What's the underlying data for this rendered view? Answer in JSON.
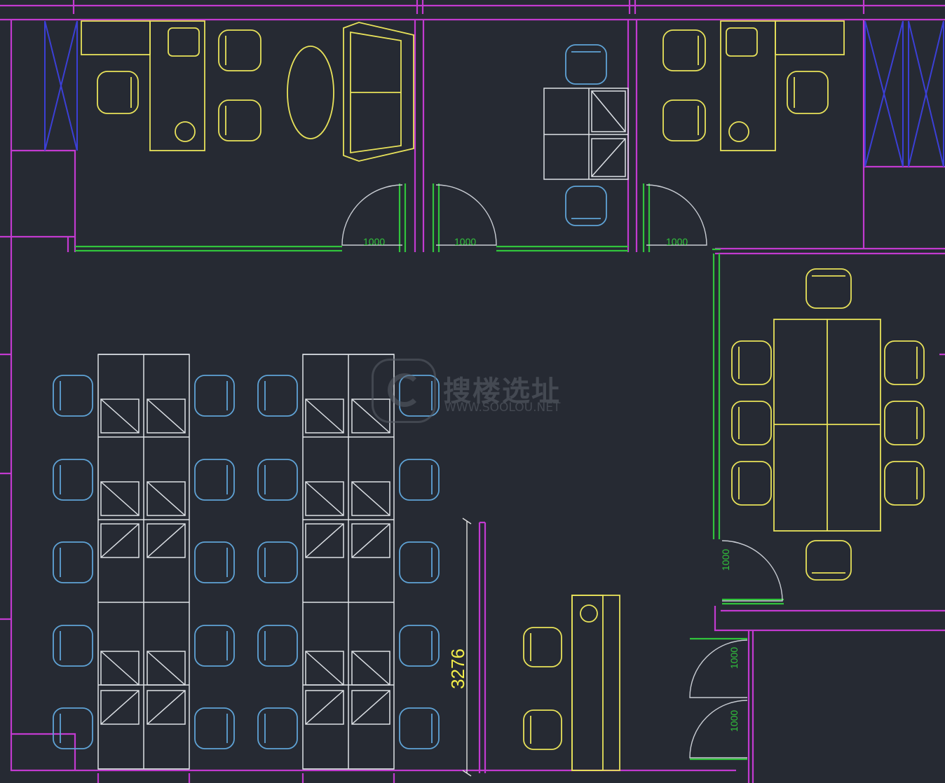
{
  "plan": {
    "dimension_label": "3276",
    "door_labels": [
      "1000",
      "1000",
      "1000",
      "1000",
      "1000",
      "1000"
    ]
  },
  "watermark": {
    "chinese": "搜楼选址",
    "url": "WWW.SOOLOU.NET"
  },
  "colors": {
    "background": "#262a33",
    "walls": "#c23ad0",
    "glass_partition": "#31c43c",
    "furniture_exec": "#e8e25a",
    "furniture_staff": "#5fa3d6",
    "desks": "#dde1e6",
    "dimension": "#f3ee4a",
    "window_frame": "#3b3fd6"
  }
}
